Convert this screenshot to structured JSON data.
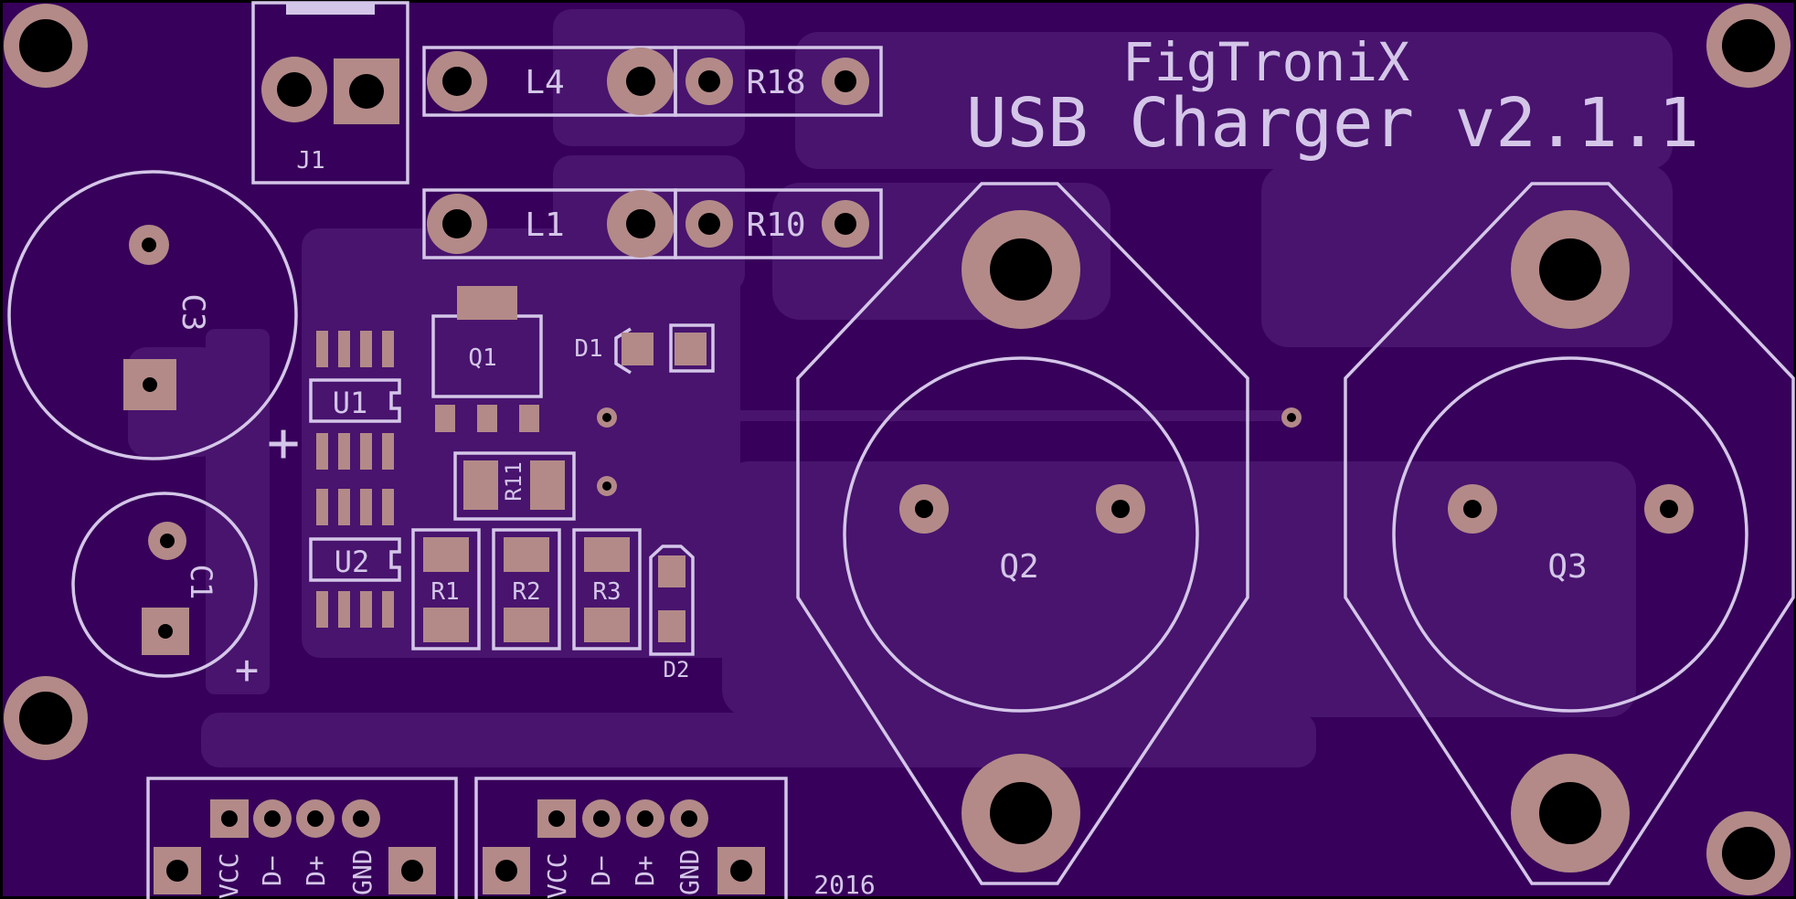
{
  "board": {
    "title_line1": "FigTroniX",
    "title_line2": "USB Charger v2.1.1",
    "year": "2016",
    "colors": {
      "board": "#37005a",
      "pour": "#48146e",
      "silkscreen": "#d4c6e8",
      "copper": "#b38a88",
      "drill": "#000000",
      "edge": "#000000"
    }
  },
  "components": {
    "j1": "J1",
    "l4": "L4",
    "l1": "L1",
    "r18": "R18",
    "r10": "R10",
    "c3": "C3",
    "c1": "C1",
    "u1": "U1",
    "u2": "U2",
    "q1": "Q1",
    "d1": "D1",
    "r11": "R11",
    "r1": "R1",
    "r2": "R2",
    "r3": "R3",
    "d2": "D2",
    "q2": "Q2",
    "q3": "Q3",
    "plus_c3": "+",
    "plus_c1": "+"
  },
  "usb_ports": [
    {
      "pins": [
        "VCC",
        "D−",
        "D+",
        "GND"
      ]
    },
    {
      "pins": [
        "VCC",
        "D−",
        "D+",
        "GND"
      ]
    }
  ]
}
